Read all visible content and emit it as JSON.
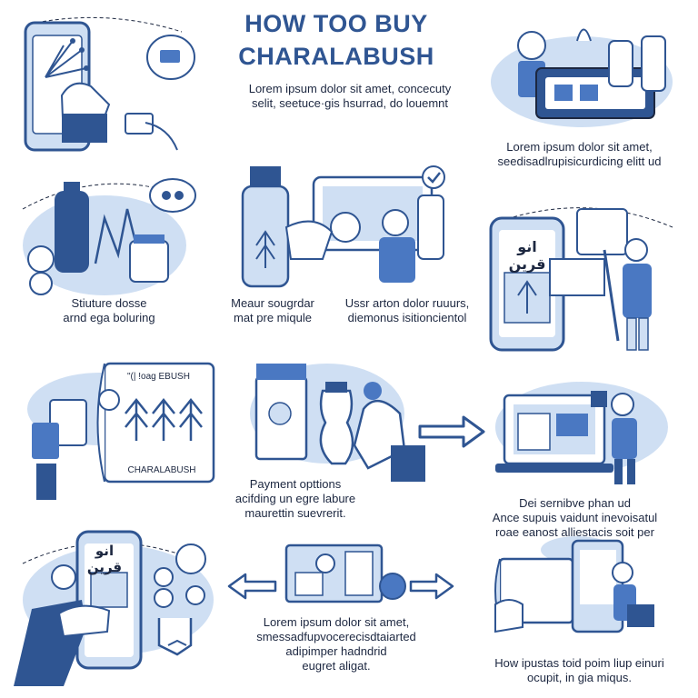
{
  "header": {
    "title_line1": "HOW TOO BUY",
    "title_line2": "CHARALABUSH",
    "subtitle_line1": "Lorem ipsum dolor sit amet, concecuty",
    "subtitle_line2": "selit, seetuce·gis hsurrad, do louemnt"
  },
  "steps": {
    "s1": {
      "line1": "",
      "line2": ""
    },
    "s2": {
      "line1": "Lorem ipsum dolor sit amet,",
      "line2": "seedisadlrupisicurdicing elitt ud"
    },
    "s3": {
      "line1": "Stiuture dosse",
      "line2": "arnd ega boluring"
    },
    "s4": {
      "line1": "Meaur sougrdar",
      "line2": "mat pre miqule"
    },
    "s5": {
      "line1": "Ussr arton dolor ruuurs,",
      "line2": "diemonus isitioncientol"
    },
    "s6": {
      "line1": "",
      "line2": ""
    },
    "s7": {
      "banner": "CHARALABUSH",
      "tag": "\"(| !oag EBUSH"
    },
    "s8": {
      "line1": "Payment opttions",
      "line2": "acifding un egre labure",
      "line3": "maurettin suevrerit."
    },
    "s9": {
      "line1": "Dei sernibve phan ud",
      "line2": "Ance supuis vaidunt inevoisatul",
      "line3": "roae eanost alliestacis soit per"
    },
    "s10": {
      "phone_text": "انو قرين"
    },
    "s11": {
      "line1": "Lorem ipsum dolor sit amet,",
      "line2": "smessadfupvocerecisdtaiarted",
      "line3": "adipimper hadndrid",
      "line4": "eugret aligat."
    },
    "s12": {
      "line1": "How ipustas toid poim liup einuri",
      "line2": "ocupit, in gia miqus."
    }
  },
  "phone_glyphs": {
    "s6": "انو قرين",
    "s10": "انو قرين"
  },
  "colors": {
    "primary": "#2f5592",
    "accent": "#4a78c2",
    "light": "#cfdff3",
    "ink": "#1c2740"
  },
  "icons": [
    "phone-icon",
    "hand-icon",
    "truck-icon",
    "bottle-icon",
    "person-icon",
    "arrow-right-icon",
    "arrow-left-icon",
    "laptop-icon",
    "card-icon"
  ]
}
